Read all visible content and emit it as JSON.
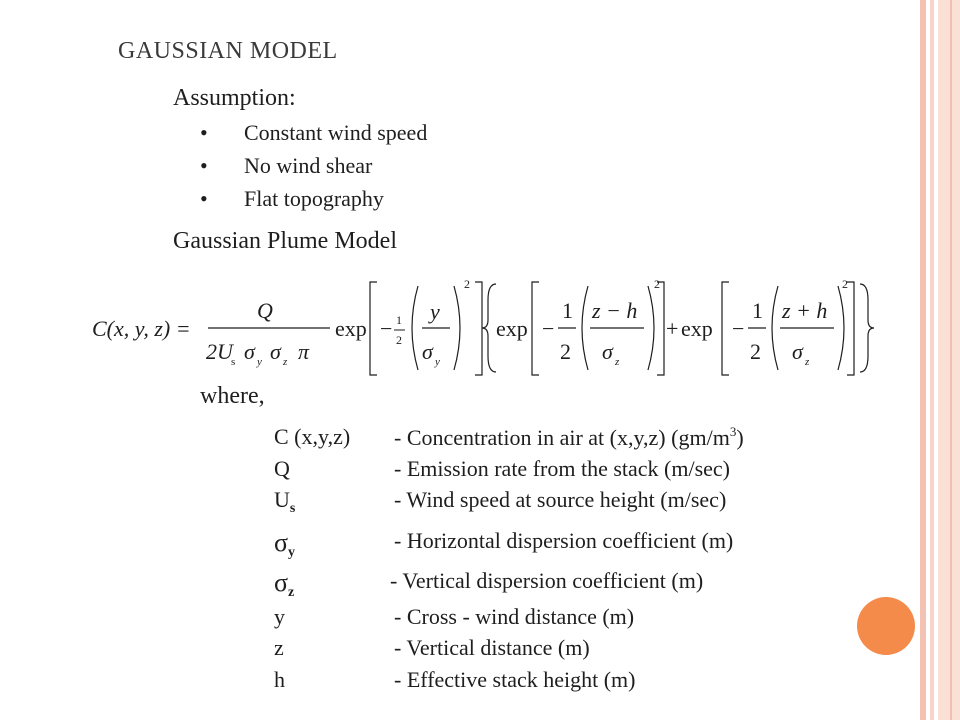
{
  "slide": {
    "title": "GAUSSIAN MODEL",
    "assumption_label": "Assumption:",
    "assumptions": [
      "Constant wind speed",
      "No wind shear",
      "Flat topography"
    ],
    "bullet_char": "•",
    "model_heading": "Gaussian Plume Model",
    "where_label": "where,"
  },
  "equation": {
    "lhs": "C(x, y, z) =",
    "numerator": "Q",
    "denominator": "2U",
    "exp": "exp",
    "one": "1",
    "two": "2",
    "y": "y",
    "z_minus_h": "z − h",
    "z_plus_h": "z + h",
    "plus": "+",
    "minus": "−",
    "square": "2"
  },
  "definitions": [
    {
      "symbol": "C (x,y,z)",
      "desc": "- Concentration in air at (x,y,z) (gm/m",
      "sup": "3",
      "desc_end": ")"
    },
    {
      "symbol": "Q",
      "desc": "- Emission rate from the stack  (m/sec)"
    },
    {
      "symbol": "U",
      "sub": "s",
      "desc": "- Wind speed at source height (m/sec)"
    },
    {
      "symbol": "σ",
      "sub": "y",
      "desc": "- Horizontal dispersion coefficient (m)"
    },
    {
      "symbol": "σ",
      "sub": "z",
      "desc": "- Vertical dispersion coefficient (m)"
    },
    {
      "symbol": "y",
      "desc": "- Cross - wind distance (m)"
    },
    {
      "symbol": "z",
      "desc": "- Vertical distance (m)"
    },
    {
      "symbol": "h",
      "desc": "- Effective stack height (m)"
    }
  ],
  "colors": {
    "accent_dot": "#f58b4b",
    "side_bars": "#f4c2b2",
    "text": "#1e1e1e"
  }
}
